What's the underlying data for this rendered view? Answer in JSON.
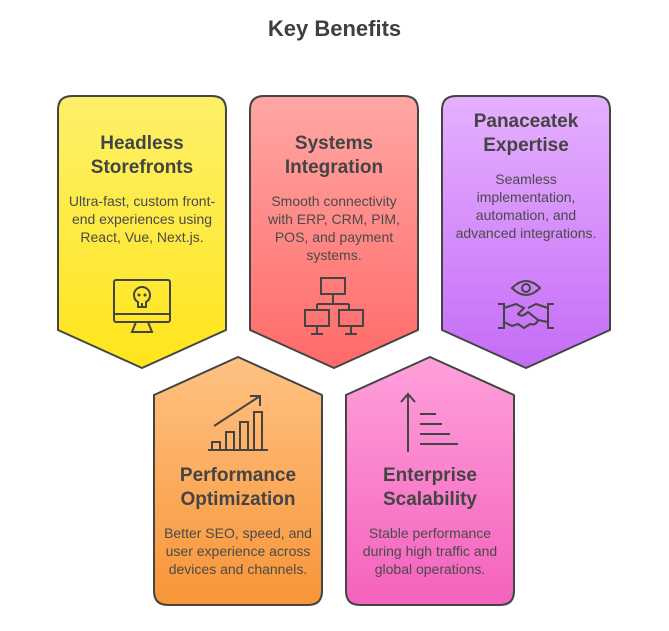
{
  "title": "Key Benefits",
  "cards": [
    {
      "title": "Headless Storefronts",
      "desc": "Ultra-fast, custom front-end experiences using React, Vue, Next.js.",
      "icon": "monitor-skull-icon",
      "color_top": "#fdf06a",
      "color_bottom": "#ffe51a"
    },
    {
      "title": "Systems Integration",
      "desc": "Smooth connectivity with ERP, CRM, PIM, POS, and payment systems.",
      "icon": "network-computers-icon",
      "color_top": "#ffa7a4",
      "color_bottom": "#ff6a68"
    },
    {
      "title": "Panaceatek Expertise",
      "desc": "Seamless implementation, automation, and advanced integrations.",
      "icon": "eye-handshake-icon",
      "color_top": "#e6b0ff",
      "color_bottom": "#c46cf6"
    },
    {
      "title": "Performance Optimization",
      "desc": "Better SEO, speed, and user experience across devices and channels.",
      "icon": "growth-chart-icon",
      "color_top": "#ffc283",
      "color_bottom": "#f89538"
    },
    {
      "title": "Enterprise Scalability",
      "desc": "Stable performance during high traffic and global operations.",
      "icon": "scale-up-icon",
      "color_top": "#ffa0da",
      "color_bottom": "#f462bd"
    }
  ]
}
